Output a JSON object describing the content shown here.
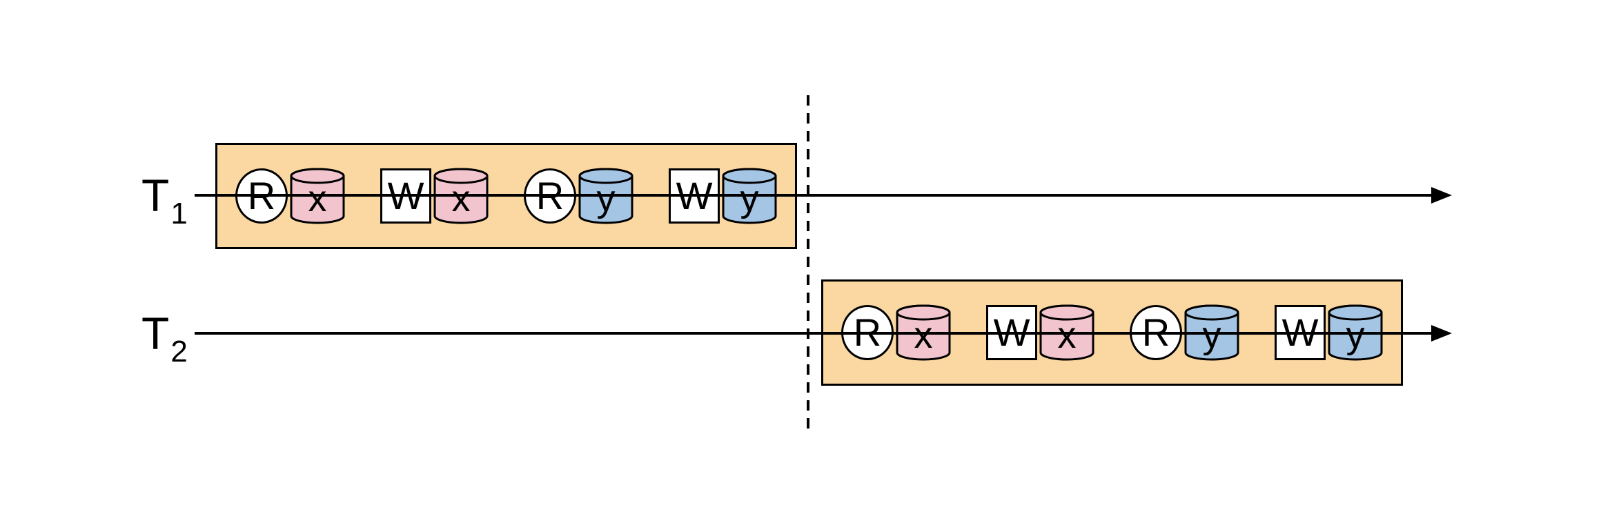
{
  "colors": {
    "highlight": "#FBD8A2",
    "item_x": "#F2C4CE",
    "item_y": "#A5C5E5",
    "shape_fill": "#FFFFFF",
    "stroke": "#000000"
  },
  "t1": {
    "label": {
      "base": "T",
      "sub": "1"
    },
    "ops": [
      {
        "op": "R",
        "item": "x"
      },
      {
        "op": "W",
        "item": "x"
      },
      {
        "op": "R",
        "item": "y"
      },
      {
        "op": "W",
        "item": "y"
      }
    ]
  },
  "t2": {
    "label": {
      "base": "T",
      "sub": "2"
    },
    "ops": [
      {
        "op": "R",
        "item": "x"
      },
      {
        "op": "W",
        "item": "x"
      },
      {
        "op": "R",
        "item": "y"
      },
      {
        "op": "W",
        "item": "y"
      }
    ]
  }
}
